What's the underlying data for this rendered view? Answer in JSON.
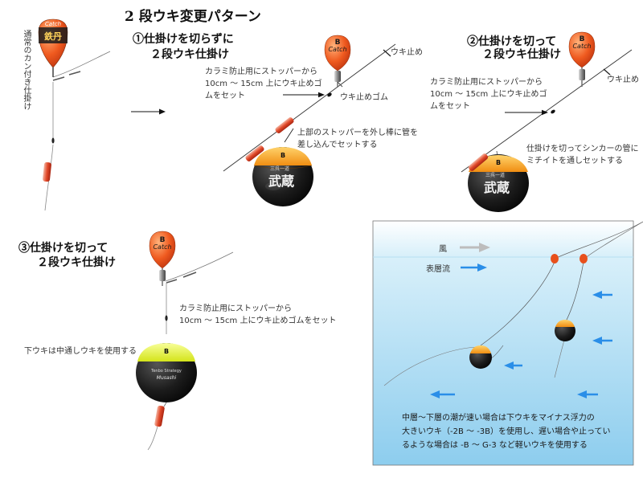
{
  "title": "2 段ウキ変更パターン",
  "normal_rig_label": "通常のカン付き仕掛け",
  "logo_text": "Catch",
  "panel1": {
    "heading_line1": "①仕掛けを切らずに",
    "heading_line2": "２段ウキ仕掛け",
    "stopper_note": "カラミ防止用にストッパーから\n10cm ～ 15cm 上にウキ止めゴ\nムをセット",
    "stopper_label": "ウキ止め",
    "rubber_label": "ウキ止めゴム",
    "insert_note": "上部のストッパーを外し棒に管を\n差し込んでセットする",
    "float_kanji": "武蔵",
    "float_small": "三呉一道"
  },
  "panel2": {
    "heading_line1": "②仕掛けを切って",
    "heading_line2": "２段ウキ仕掛け",
    "stopper_label": "ウキ止め",
    "stopper_note": "カラミ防止用にストッパーから\n10cm ～ 15cm 上にウキ止めゴ\nムをセット",
    "cut_note": "仕掛けを切ってシンカーの管に\nミチイトを通しセットする",
    "float_kanji": "武蔵",
    "float_small": "三呉一道"
  },
  "panel3": {
    "heading_line1": "③仕掛けを切って",
    "heading_line2": "２段ウキ仕掛け",
    "stopper_note": "カラミ防止用にストッパーから\n10cm ～ 15cm 上にウキ止めゴムをセット",
    "lower_float_note": "下ウキは中通しウキを使用する",
    "float_brand_line1": "Tenbo Strategy",
    "float_brand_line2": "Musashi"
  },
  "water_panel": {
    "wind_label": "風",
    "surface_label": "表層流",
    "explanation": "中層～下層の潮が速い場合は下ウキをマイナス浮力の\n大きいウキ（-2B ～ -3B）を使用し、遅い場合や止ってい\nるような場合は -B ～ G-3 など軽いウキを使用する"
  },
  "colors": {
    "float_orange": "#e8501c",
    "float_yellow": "#f4a21c",
    "float_lime": "#e6f03a",
    "float_black": "#1e1e1e",
    "water_light": "#e3f3fb",
    "water_deep": "#8fd0ee",
    "flow_arrow": "#2a8ee8",
    "wind_arrow": "#b8b8b8"
  }
}
